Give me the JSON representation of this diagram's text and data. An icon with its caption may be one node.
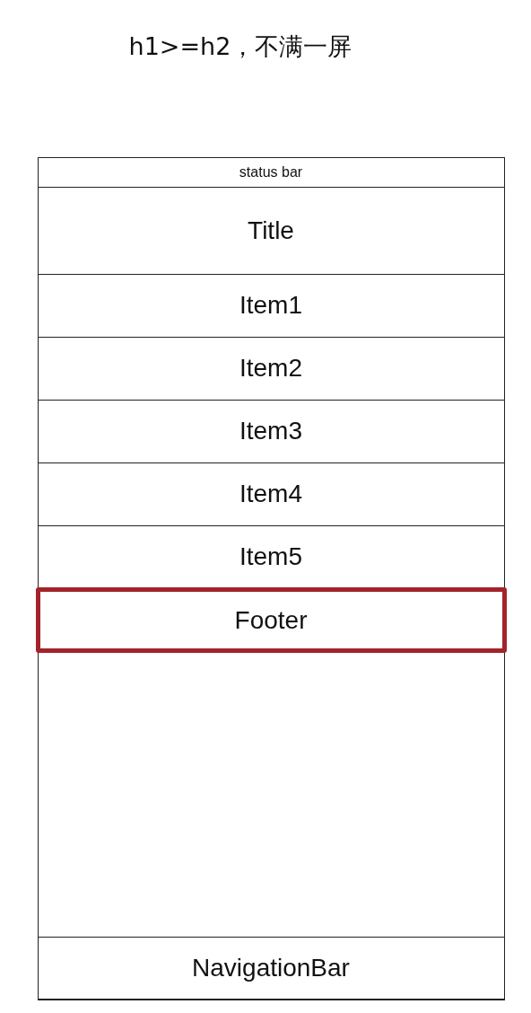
{
  "diagram": {
    "title": "h1>=h2，不满一屏",
    "nodes": [
      {
        "text": [],
        "shape": "box"
      },
      {
        "text": [
          "status bar"
        ],
        "in": 0
      },
      {
        "text": [
          "Title"
        ],
        "in": 0
      },
      {
        "text": [
          "Item1"
        ],
        "in": 0
      },
      {
        "text": [
          "Item2"
        ],
        "in": 0
      },
      {
        "text": [
          "Item3"
        ],
        "in": 0
      },
      {
        "text": [
          "Item4"
        ],
        "in": 0
      },
      {
        "text": [
          "Item5"
        ],
        "in": 0
      },
      {
        "text": [
          "Footer"
        ],
        "in": 0
      },
      {
        "text": [
          "NavigationBar"
        ],
        "in": 0
      }
    ]
  }
}
